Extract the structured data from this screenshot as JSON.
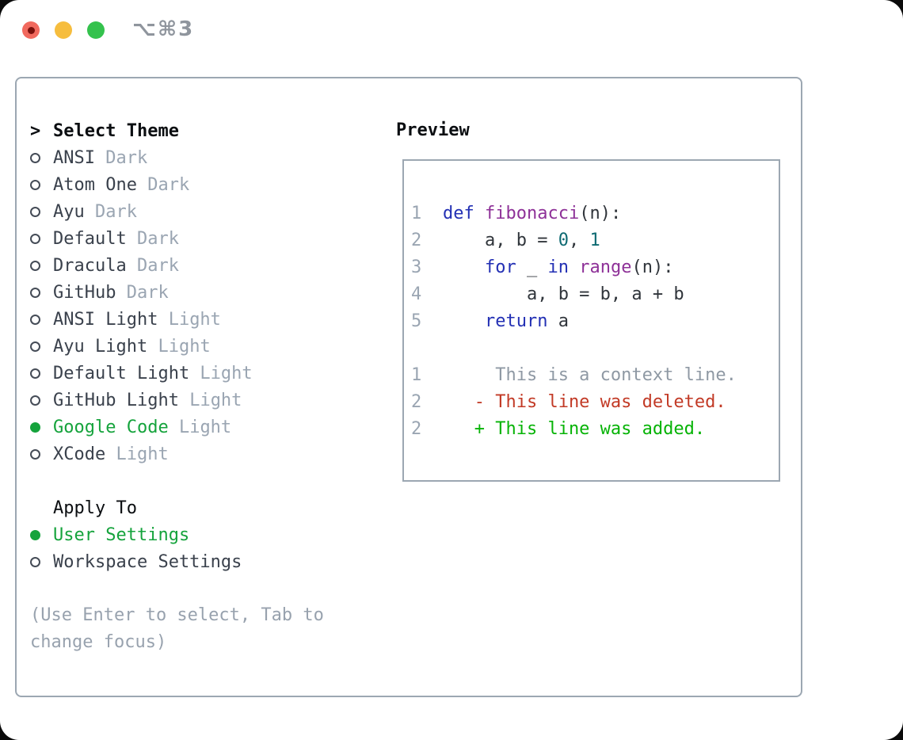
{
  "colors": {
    "selected_green": "#15a33c",
    "list_name": "#3a414c",
    "list_variant": "#9aa5b2",
    "line_number": "#9aa5b2",
    "code_default": "#30353b",
    "keyword": "#2330b4",
    "function": "#8e3198",
    "number": "#0e6a72",
    "diff_context": "#8f99a4",
    "diff_deleted": "#c23a26",
    "diff_added": "#06b306"
  },
  "titlebar": {
    "title": "⌥⌘3",
    "close_icon": "red-circle",
    "minimize_icon": "yellow-circle",
    "zoom_icon": "green-circle"
  },
  "theme_list": {
    "header_prefix": ">",
    "header": "Select Theme",
    "items": [
      {
        "name": "ANSI",
        "variant": "Dark",
        "selected": false
      },
      {
        "name": "Atom One",
        "variant": "Dark",
        "selected": false
      },
      {
        "name": "Ayu",
        "variant": "Dark",
        "selected": false
      },
      {
        "name": "Default",
        "variant": "Dark",
        "selected": false
      },
      {
        "name": "Dracula",
        "variant": "Dark",
        "selected": false
      },
      {
        "name": "GitHub",
        "variant": "Dark",
        "selected": false
      },
      {
        "name": "ANSI Light",
        "variant": "Light",
        "selected": false
      },
      {
        "name": "Ayu Light",
        "variant": "Light",
        "selected": false
      },
      {
        "name": "Default Light",
        "variant": "Light",
        "selected": false
      },
      {
        "name": "GitHub Light",
        "variant": "Light",
        "selected": false
      },
      {
        "name": "Google Code",
        "variant": "Light",
        "selected": true
      },
      {
        "name": "XCode",
        "variant": "Light",
        "selected": false
      }
    ]
  },
  "apply_to": {
    "header": "Apply To",
    "options": [
      {
        "label": "User Settings",
        "selected": true
      },
      {
        "label": "Workspace Settings",
        "selected": false
      }
    ]
  },
  "hint": {
    "line1": "(Use Enter to select, Tab to",
    "line2": "change focus)"
  },
  "preview": {
    "header": "Preview",
    "code_lines": [
      {
        "num": "1",
        "tokens": [
          [
            "def",
            "keyword"
          ],
          [
            " ",
            "code_default"
          ],
          [
            "fibonacci",
            "function"
          ],
          [
            "(n):",
            "code_default"
          ]
        ]
      },
      {
        "num": "2",
        "tokens": [
          [
            "    a, b = ",
            "code_default"
          ],
          [
            "0",
            "number"
          ],
          [
            ", ",
            "code_default"
          ],
          [
            "1",
            "number"
          ]
        ]
      },
      {
        "num": "3",
        "tokens": [
          [
            "    ",
            "code_default"
          ],
          [
            "for",
            "keyword"
          ],
          [
            " _ ",
            "code_default"
          ],
          [
            "in",
            "keyword"
          ],
          [
            " ",
            "code_default"
          ],
          [
            "range",
            "function"
          ],
          [
            "(n):",
            "code_default"
          ]
        ]
      },
      {
        "num": "4",
        "tokens": [
          [
            "        a, b = b, a + b",
            "code_default"
          ]
        ]
      },
      {
        "num": "5",
        "tokens": [
          [
            "    ",
            "code_default"
          ],
          [
            "return",
            "keyword"
          ],
          [
            " a",
            "code_default"
          ]
        ]
      }
    ],
    "diff_lines": [
      {
        "num": "1",
        "tokens": [
          [
            "     This is a context line.",
            "diff_context"
          ]
        ]
      },
      {
        "num": "2",
        "tokens": [
          [
            "   - This line was deleted.",
            "diff_deleted"
          ]
        ]
      },
      {
        "num": "2",
        "tokens": [
          [
            "   + This line was added.",
            "diff_added"
          ]
        ]
      }
    ]
  }
}
